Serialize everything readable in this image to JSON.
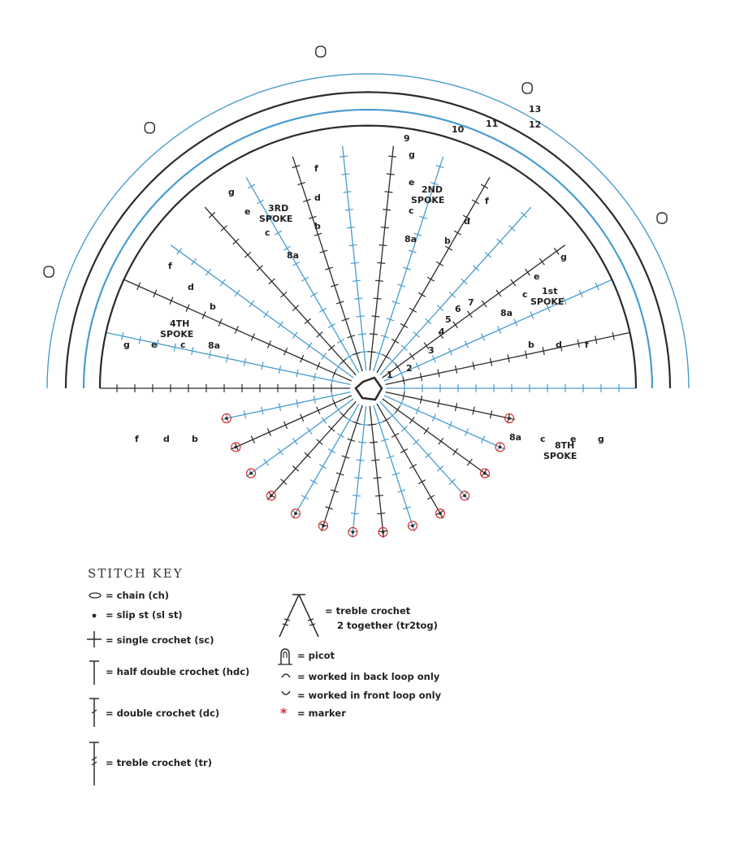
{
  "rows": {
    "r1": "1",
    "r2": "2",
    "r3": "3",
    "r4": "4",
    "r5": "5",
    "r6": "6",
    "r7": "7",
    "r8a": "8a",
    "r9": "9",
    "r10": "10",
    "r11": "11",
    "r12": "12",
    "r13": "13"
  },
  "letters": {
    "b": "b",
    "c": "c",
    "d": "d",
    "e": "e",
    "f": "f",
    "g": "g"
  },
  "spokes": {
    "first": {
      "ord": "1st",
      "word": "SPOKE"
    },
    "second": {
      "ord": "2ND",
      "word": "SPOKE"
    },
    "third": {
      "ord": "3RD",
      "word": "SPOKE"
    },
    "fourth": {
      "ord": "4TH",
      "word": "SPOKE"
    },
    "eighth": {
      "ord": "8TH",
      "word": "SPOKE"
    }
  },
  "colors": {
    "blue": "#4a9ccf",
    "black": "#2b2b2b",
    "red": "#d8322a"
  },
  "key": {
    "title": "STITCH KEY",
    "chain": "= chain (ch)",
    "slip": "= slip st (sl st)",
    "sc": "= single crochet (sc)",
    "hdc": "= half double crochet (hdc)",
    "dc": "= double crochet (dc)",
    "tr": "= treble crochet (tr)",
    "tr2tog_1": "= treble crochet",
    "tr2tog_2": "2 together (tr2tog)",
    "picot": "= picot",
    "back_loop": "= worked in back loop only",
    "front_loop": "= worked in front loop only",
    "marker": "= marker"
  }
}
